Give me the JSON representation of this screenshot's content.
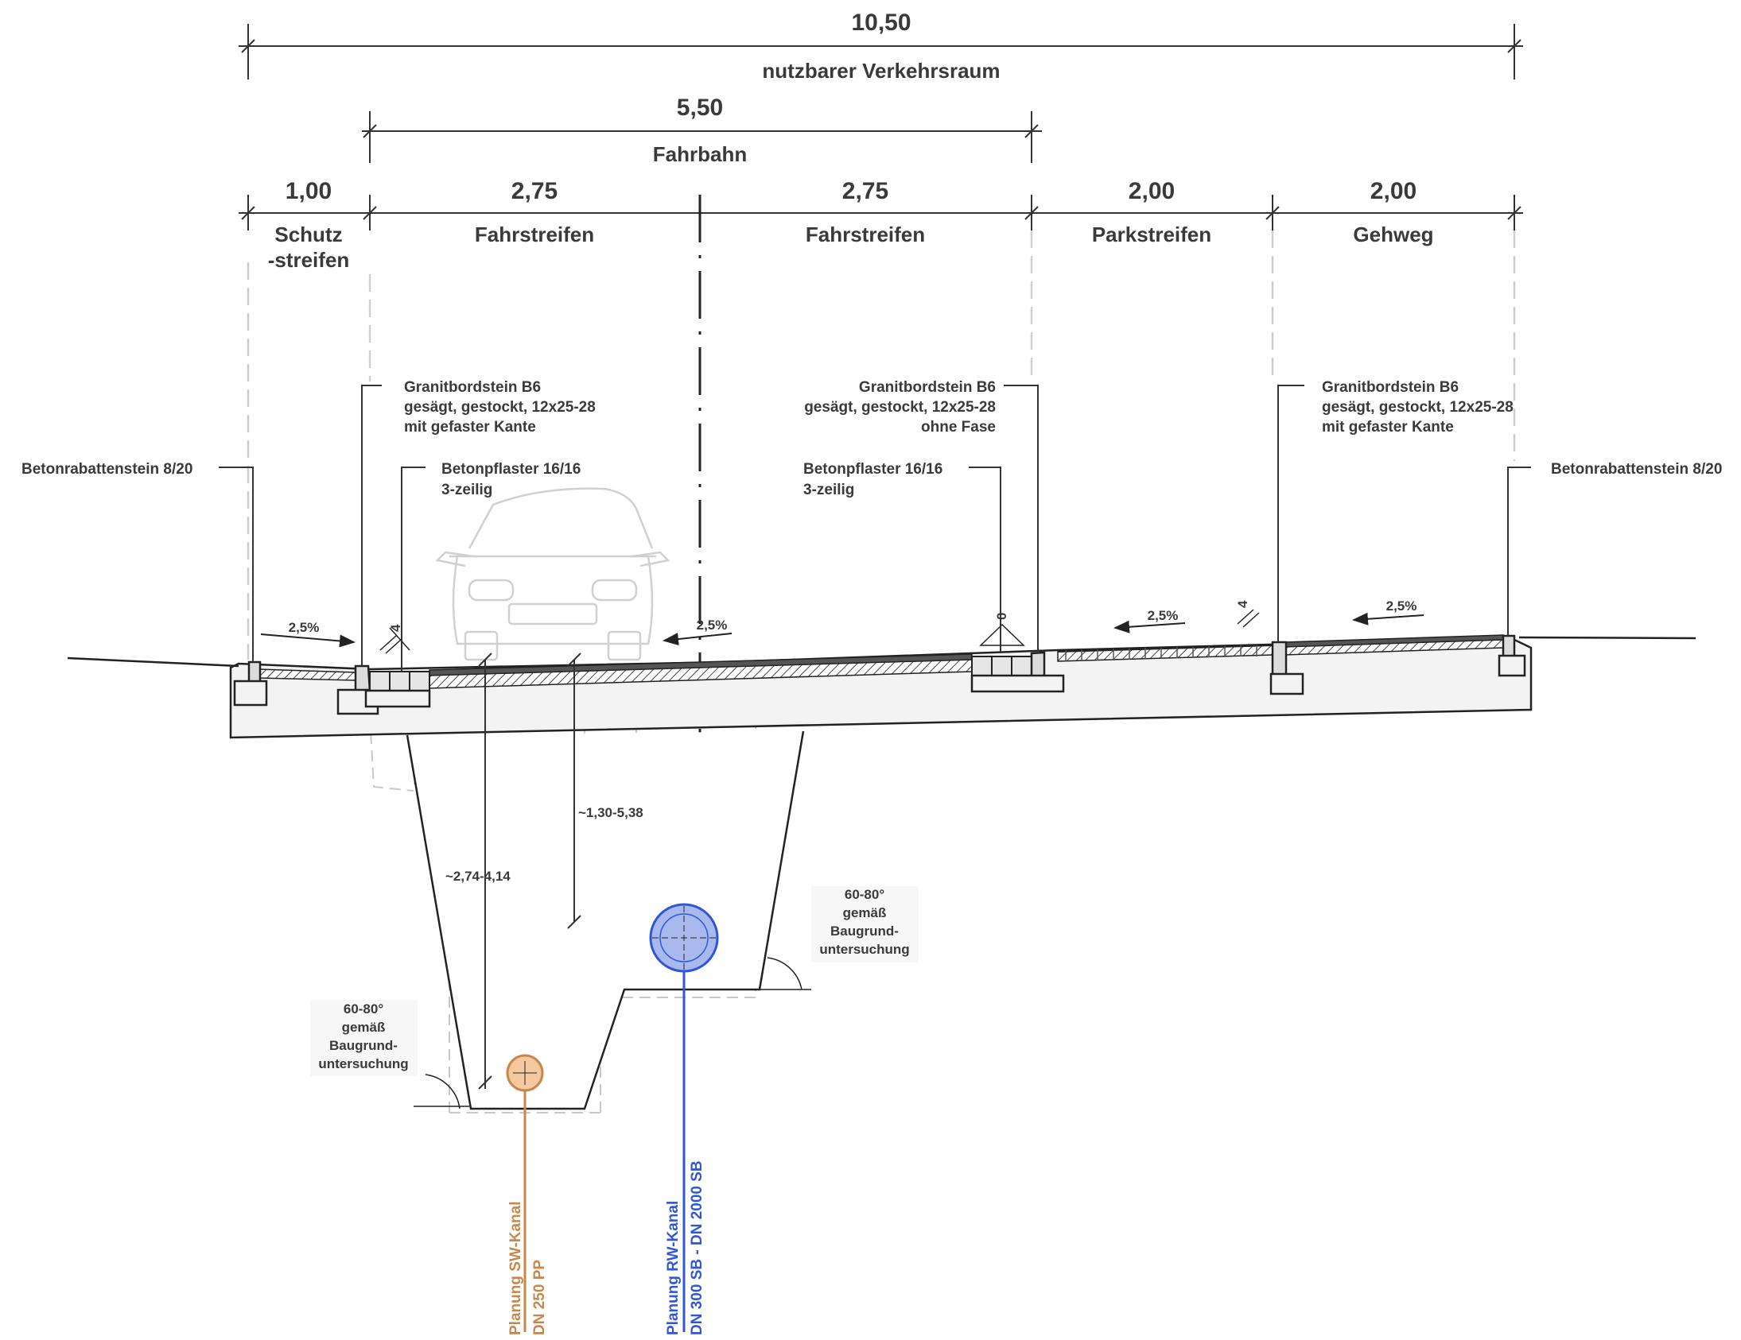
{
  "dimensions": {
    "total_width": "10,50",
    "total_label": "nutzbarer Verkehrsraum",
    "carriageway_width": "5,50",
    "carriageway_label": "Fahrbahn",
    "segments": [
      {
        "width": "1,00",
        "label_line1": "Schutz",
        "label_line2": "-streifen"
      },
      {
        "width": "2,75",
        "label_line1": "Fahrstreifen",
        "label_line2": ""
      },
      {
        "width": "2,75",
        "label_line1": "Fahrstreifen",
        "label_line2": ""
      },
      {
        "width": "2,00",
        "label_line1": "Parkstreifen",
        "label_line2": ""
      },
      {
        "width": "2,00",
        "label_line1": "Gehweg",
        "label_line2": ""
      }
    ]
  },
  "annotations": {
    "granite_curb_left": [
      "Granitbordstein B6",
      "gesägt, gestockt, 12x25-28",
      "mit gefaster Kante"
    ],
    "granite_curb_middle": [
      "Granitbordstein B6",
      "gesägt, gestockt, 12x25-28",
      "ohne Fase"
    ],
    "granite_curb_right": [
      "Granitbordstein B6",
      "gesägt, gestockt, 12x25-28",
      "mit gefaster Kante"
    ],
    "concrete_edge_left": "Betonrabattenstein 8/20",
    "concrete_edge_right": "Betonrabattenstein 8/20",
    "paving_left": [
      "Betonpflaster 16/16",
      "3-zeilig"
    ],
    "paving_right": [
      "Betonpflaster 16/16",
      "3-zeilig"
    ]
  },
  "slopes": {
    "protective_strip": "2,5%",
    "carriageway": "2,5%",
    "parking": "2,5%",
    "sidewalk": "2,5%"
  },
  "curb_reveals": {
    "left": "4",
    "middle": "0",
    "right": "4"
  },
  "trench": {
    "depth_sw": "~2,74-4,14",
    "depth_rw": "~1,30-5,38",
    "angle_left": [
      "60-80°",
      "gemäß",
      "Baugrund-",
      "untersuchung"
    ],
    "angle_right": [
      "60-80°",
      "gemäß",
      "Baugrund-",
      "untersuchung"
    ]
  },
  "pipes": {
    "sw": {
      "name": "Planung SW-Kanal",
      "spec": "DN 250 PP",
      "color": "#c8874a",
      "fill": "#f5c9a0"
    },
    "rw": {
      "name": "Planung RW-Kanal",
      "spec": "DN 300 SB - DN 2000 SB",
      "color": "#2f56d6",
      "fill": "#a9b9ee"
    }
  }
}
